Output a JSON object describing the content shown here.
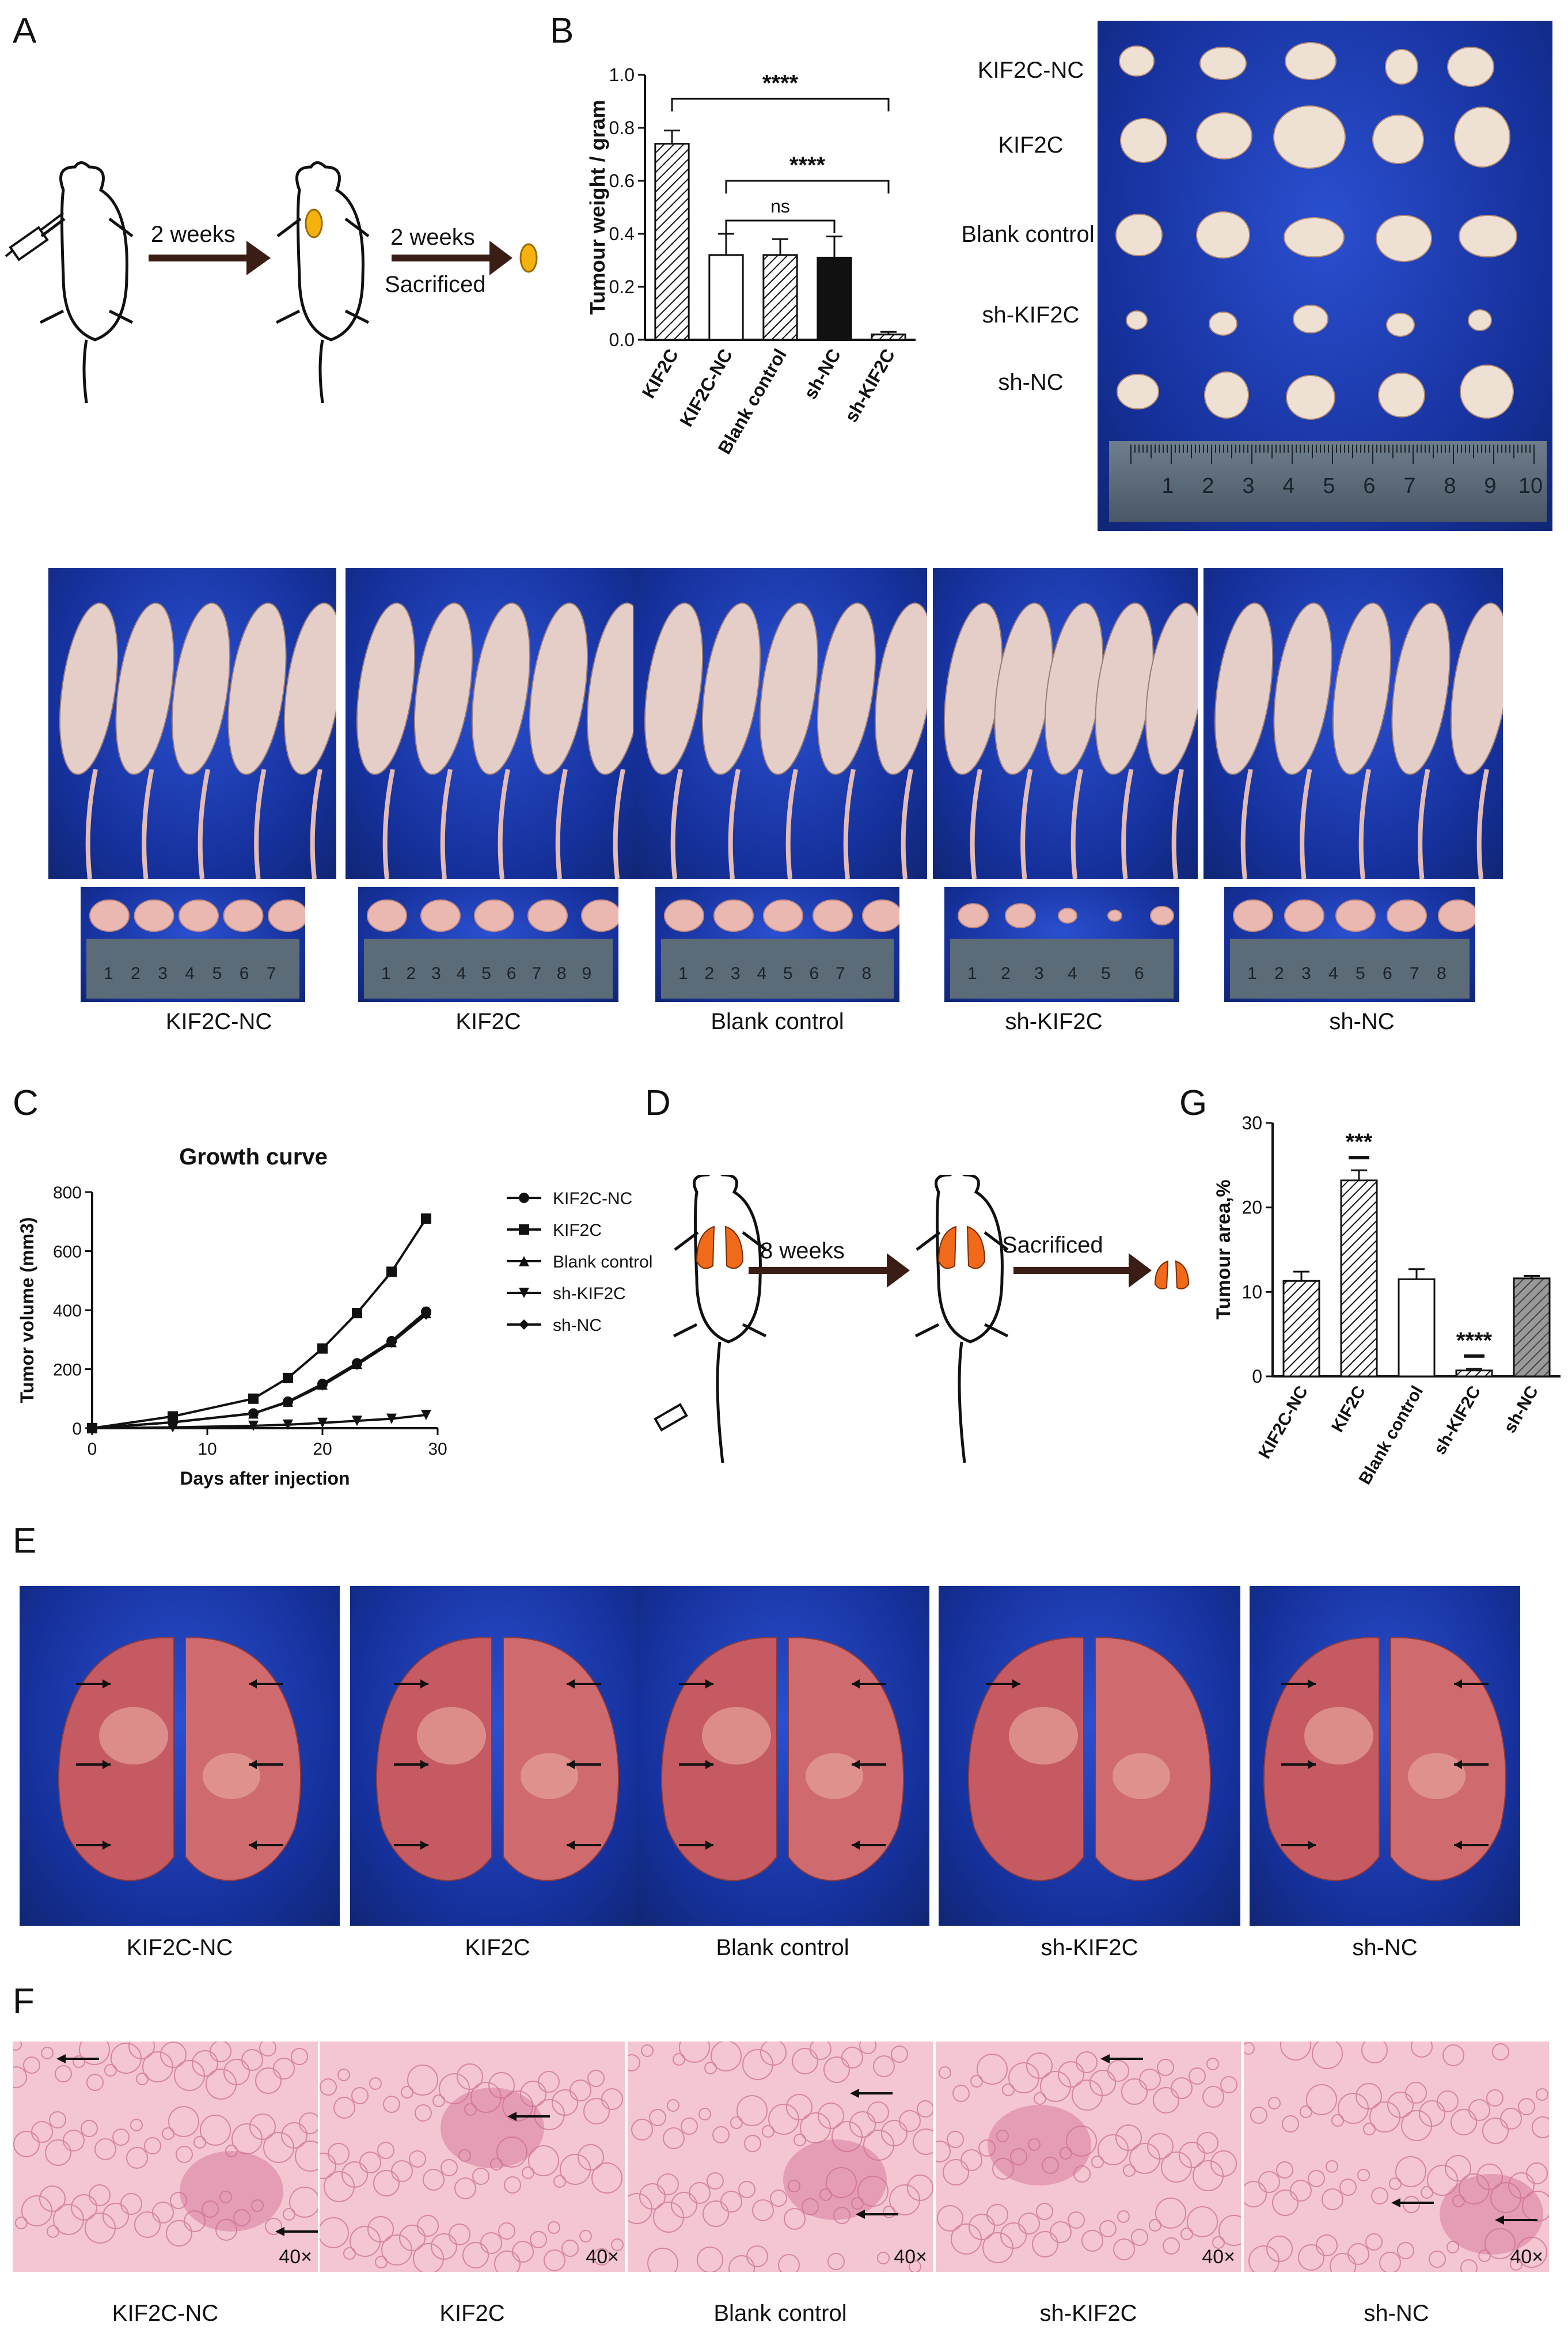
{
  "panels": {
    "A": {
      "letter": "A",
      "step1": "2 weeks",
      "step2": "2 weeks",
      "step2b": "Sacrificed"
    },
    "B": {
      "letter": "B",
      "photo_rows": [
        "KIF2C-NC",
        "KIF2C",
        "Blank control",
        "sh-KIF2C",
        "sh-NC"
      ],
      "ruler_ticks": [
        "1",
        "2",
        "3",
        "4",
        "5",
        "6",
        "7",
        "8",
        "9",
        "10"
      ]
    },
    "mice": {
      "groups": [
        "KIF2C-NC",
        "KIF2C",
        "Blank control",
        "sh-KIF2C",
        "sh-NC"
      ]
    },
    "C": {
      "letter": "C"
    },
    "D": {
      "letter": "D",
      "step1": "8 weeks",
      "step2": "Sacrificed"
    },
    "E": {
      "letter": "E",
      "groups": [
        "KIF2C-NC",
        "KIF2C",
        "Blank control",
        "sh-KIF2C",
        "sh-NC"
      ]
    },
    "F": {
      "letter": "F",
      "groups": [
        "KIF2C-NC",
        "KIF2C",
        "Blank control",
        "sh-KIF2C",
        "sh-NC"
      ],
      "magnification": "40×"
    },
    "G": {
      "letter": "G"
    }
  },
  "chart_data": [
    {
      "id": "B",
      "type": "bar",
      "ylabel": "Tumour weight / gram",
      "ylim": [
        0,
        1.0
      ],
      "yticks": [
        "0.0",
        "0.2",
        "0.4",
        "0.6",
        "0.8",
        "1.0"
      ],
      "categories": [
        "KIF2C",
        "KIF2C-NC",
        "Blank control",
        "sh-NC",
        "sh-KIF2C"
      ],
      "values": [
        0.74,
        0.32,
        0.32,
        0.31,
        0.02
      ],
      "errors": [
        0.05,
        0.08,
        0.06,
        0.08,
        0.01
      ],
      "fills": [
        "hatch",
        "white",
        "hatch",
        "black",
        "hatch"
      ],
      "annotations": [
        "****",
        "****",
        "ns"
      ]
    },
    {
      "id": "C",
      "type": "line",
      "title": "Growth curve",
      "xlabel": "Days after injection",
      "ylabel": "Tumor volume (mm3)",
      "xlim": [
        0,
        30
      ],
      "ylim": [
        0,
        800
      ],
      "xticks": [
        "0",
        "10",
        "20",
        "30"
      ],
      "yticks": [
        "0",
        "200",
        "400",
        "600",
        "800"
      ],
      "x": [
        0,
        7,
        14,
        17,
        20,
        23,
        26,
        29
      ],
      "series": [
        {
          "name": "KIF2C-NC",
          "marker": "circle",
          "values": [
            0,
            20,
            50,
            90,
            150,
            220,
            295,
            395
          ]
        },
        {
          "name": "KIF2C",
          "marker": "square",
          "values": [
            0,
            40,
            100,
            170,
            270,
            390,
            530,
            710
          ]
        },
        {
          "name": "Blank control",
          "marker": "triangle-up",
          "values": [
            0,
            20,
            50,
            90,
            148,
            218,
            292,
            390
          ]
        },
        {
          "name": "sh-KIF2C",
          "marker": "triangle-down",
          "values": [
            0,
            3,
            8,
            12,
            18,
            25,
            32,
            45
          ]
        },
        {
          "name": "sh-NC",
          "marker": "diamond",
          "values": [
            0,
            20,
            50,
            88,
            145,
            215,
            290,
            385
          ]
        }
      ]
    },
    {
      "id": "G",
      "type": "bar",
      "ylabel": "Tumour area,%",
      "ylim": [
        0,
        30
      ],
      "yticks": [
        "0",
        "10",
        "20",
        "30"
      ],
      "categories": [
        "KIF2C-NC",
        "KIF2C",
        "Blank control",
        "sh-KIF2C",
        "sh-NC"
      ],
      "values": [
        11.3,
        23.2,
        11.5,
        0.7,
        11.6
      ],
      "errors": [
        1.1,
        1.2,
        1.2,
        0.2,
        0.3
      ],
      "fills": [
        "hatch",
        "hatch",
        "white",
        "hatch",
        "grayhatch"
      ],
      "annotations": [
        "***",
        "****"
      ]
    }
  ]
}
